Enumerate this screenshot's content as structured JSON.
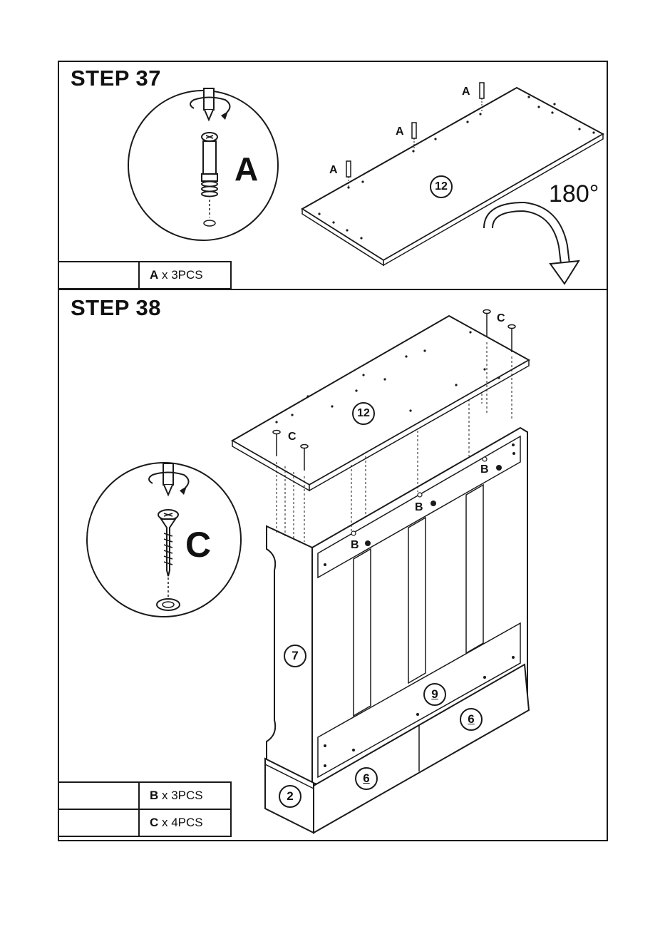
{
  "step37": {
    "title": "STEP 37",
    "detail_letter": "A",
    "panel_label": "12",
    "rotation": "180°",
    "dowel_labels": [
      "A",
      "A",
      "A"
    ],
    "parts": [
      {
        "letter": "A",
        "qty": " x 3PCS",
        "icon": "cam-bolt-icon"
      }
    ]
  },
  "step38": {
    "title": "STEP 38",
    "detail_letter": "C",
    "screw_labels": [
      "C",
      "C"
    ],
    "cam_labels": [
      "B",
      "B",
      "B"
    ],
    "panel_labels": {
      "top": "12",
      "side": "7",
      "rail": "9",
      "drawer_right": "6",
      "drawer_left": "6",
      "base": "2"
    },
    "parts": [
      {
        "letter": "B",
        "qty": " x 3PCS",
        "icon": "cam-lock-icon"
      },
      {
        "letter": "C",
        "qty": " x 4PCS",
        "icon": "screw-icon"
      }
    ]
  }
}
